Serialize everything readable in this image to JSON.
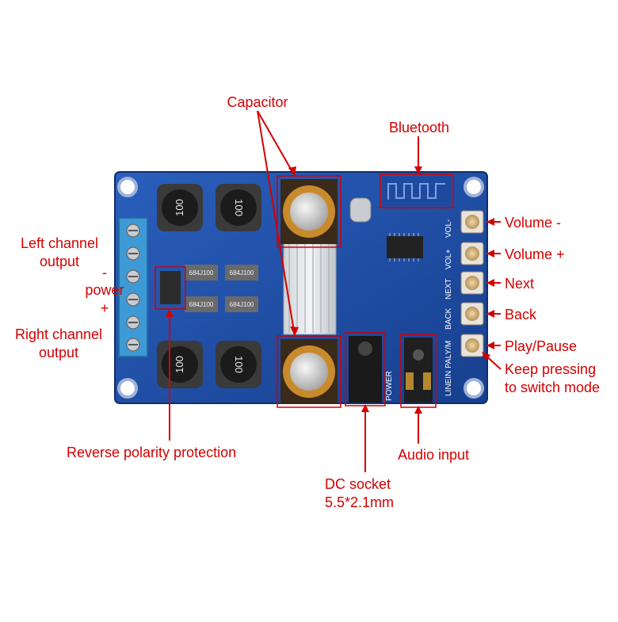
{
  "labels": {
    "capacitor": "Capacitor",
    "bluetooth": "Bluetooth",
    "volume_minus": "Volume -",
    "volume_plus": "Volume +",
    "next": "Next",
    "back": "Back",
    "play_pause": "Play/Pause",
    "keep_pressing_1": "Keep pressing",
    "keep_pressing_2": "to switch mode",
    "left_channel_1": "Left channel",
    "left_channel_2": "output",
    "minus": "-",
    "power": "power",
    "plus": "+",
    "right_channel_1": "Right channel",
    "right_channel_2": "output",
    "reverse_polarity": "Reverse polarity protection",
    "audio_input": "Audio input",
    "dc_socket_1": "DC socket",
    "dc_socket_2": "5.5*2.1mm"
  },
  "board_text": {
    "inductor_marking": "100",
    "cap_marking": "684J100",
    "silk_vol_minus": "VOL-",
    "silk_vol_plus": "VOL+",
    "silk_next": "NEXT",
    "silk_back": "BACK",
    "silk_play": "LINEIN PALY/M",
    "silk_power": "POWER"
  },
  "colors": {
    "annotation": "#d40000",
    "pcb": "#1f4fa8",
    "pcb_dark": "#173d86",
    "terminal": "#3d9ad6"
  }
}
